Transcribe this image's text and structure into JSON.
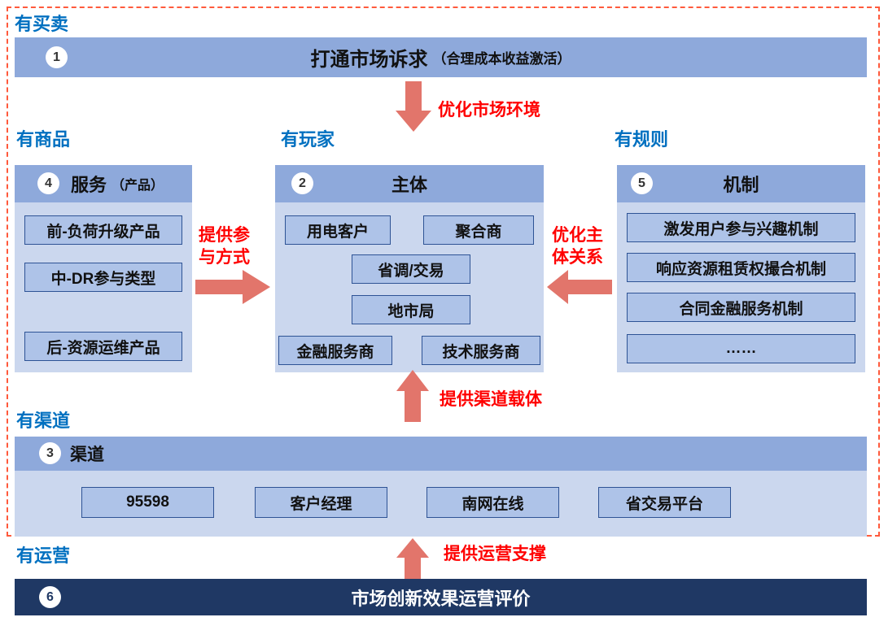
{
  "colors": {
    "header_blue": "#8EA9DB",
    "body_blue": "#CBD7EE",
    "box_blue": "#AEC3E8",
    "box_border": "#2E5395",
    "dark_navy": "#1F3864",
    "arrow_salmon": "#E2756B",
    "red_text": "#FF0000",
    "label_blue": "#0070C0",
    "dashed_border": "#FF5A3C"
  },
  "labels": {
    "trade": "有买卖",
    "goods": "有商品",
    "players": "有玩家",
    "rules": "有规则",
    "channel": "有渠道",
    "operation": "有运营"
  },
  "top_banner": {
    "num": "1",
    "title": "打通市场诉求",
    "note": "（合理成本收益激活）"
  },
  "arrows": {
    "market_env": "优化市场环境",
    "participation_line1": "提供参",
    "participation_line2": "与方式",
    "relation_line1": "优化主",
    "relation_line2": "体关系",
    "channel_carrier": "提供渠道载体",
    "operation_support": "提供运营支撑"
  },
  "service_panel": {
    "num": "4",
    "title": "服务",
    "note": "（产品）",
    "items": [
      "前-负荷升级产品",
      "中-DR参与类型",
      "后-资源运维产品"
    ]
  },
  "subject_panel": {
    "num": "2",
    "title": "主体",
    "items": [
      "用电客户",
      "聚合商",
      "省调/交易",
      "地市局",
      "金融服务商",
      "技术服务商"
    ]
  },
  "mechanism_panel": {
    "num": "5",
    "title": "机制",
    "items": [
      "激发用户参与兴趣机制",
      "响应资源租赁权撮合机制",
      "合同金融服务机制",
      "……"
    ]
  },
  "channel_panel": {
    "num": "3",
    "title": "渠道",
    "items": [
      "95598",
      "客户经理",
      "南网在线",
      "省交易平台"
    ]
  },
  "bottom_bar": {
    "num": "6",
    "title": "市场创新效果运营评价"
  }
}
